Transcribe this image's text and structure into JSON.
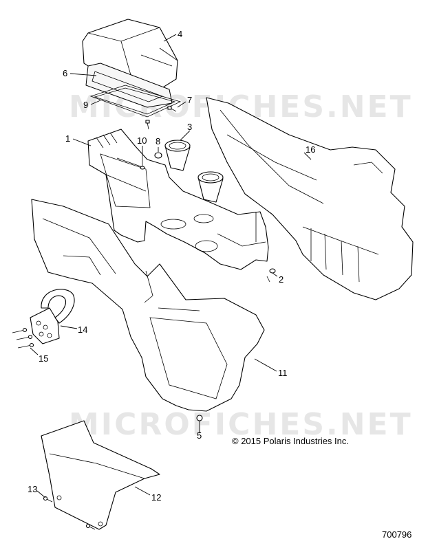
{
  "watermark": "MICROFICHES.NET",
  "copyright": "© 2015 Polaris Industries Inc.",
  "figure_number": "700796",
  "callouts": [
    {
      "id": "4",
      "label": "4"
    },
    {
      "id": "6",
      "label": "6"
    },
    {
      "id": "7",
      "label": "7"
    },
    {
      "id": "9",
      "label": "9"
    },
    {
      "id": "1",
      "label": "1"
    },
    {
      "id": "10",
      "label": "10"
    },
    {
      "id": "8",
      "label": "8"
    },
    {
      "id": "3",
      "label": "3"
    },
    {
      "id": "16",
      "label": "16"
    },
    {
      "id": "2",
      "label": "2"
    },
    {
      "id": "14",
      "label": "14"
    },
    {
      "id": "15",
      "label": "15"
    },
    {
      "id": "11",
      "label": "11"
    },
    {
      "id": "5",
      "label": "5"
    },
    {
      "id": "13",
      "label": "13"
    },
    {
      "id": "12",
      "label": "12"
    }
  ]
}
